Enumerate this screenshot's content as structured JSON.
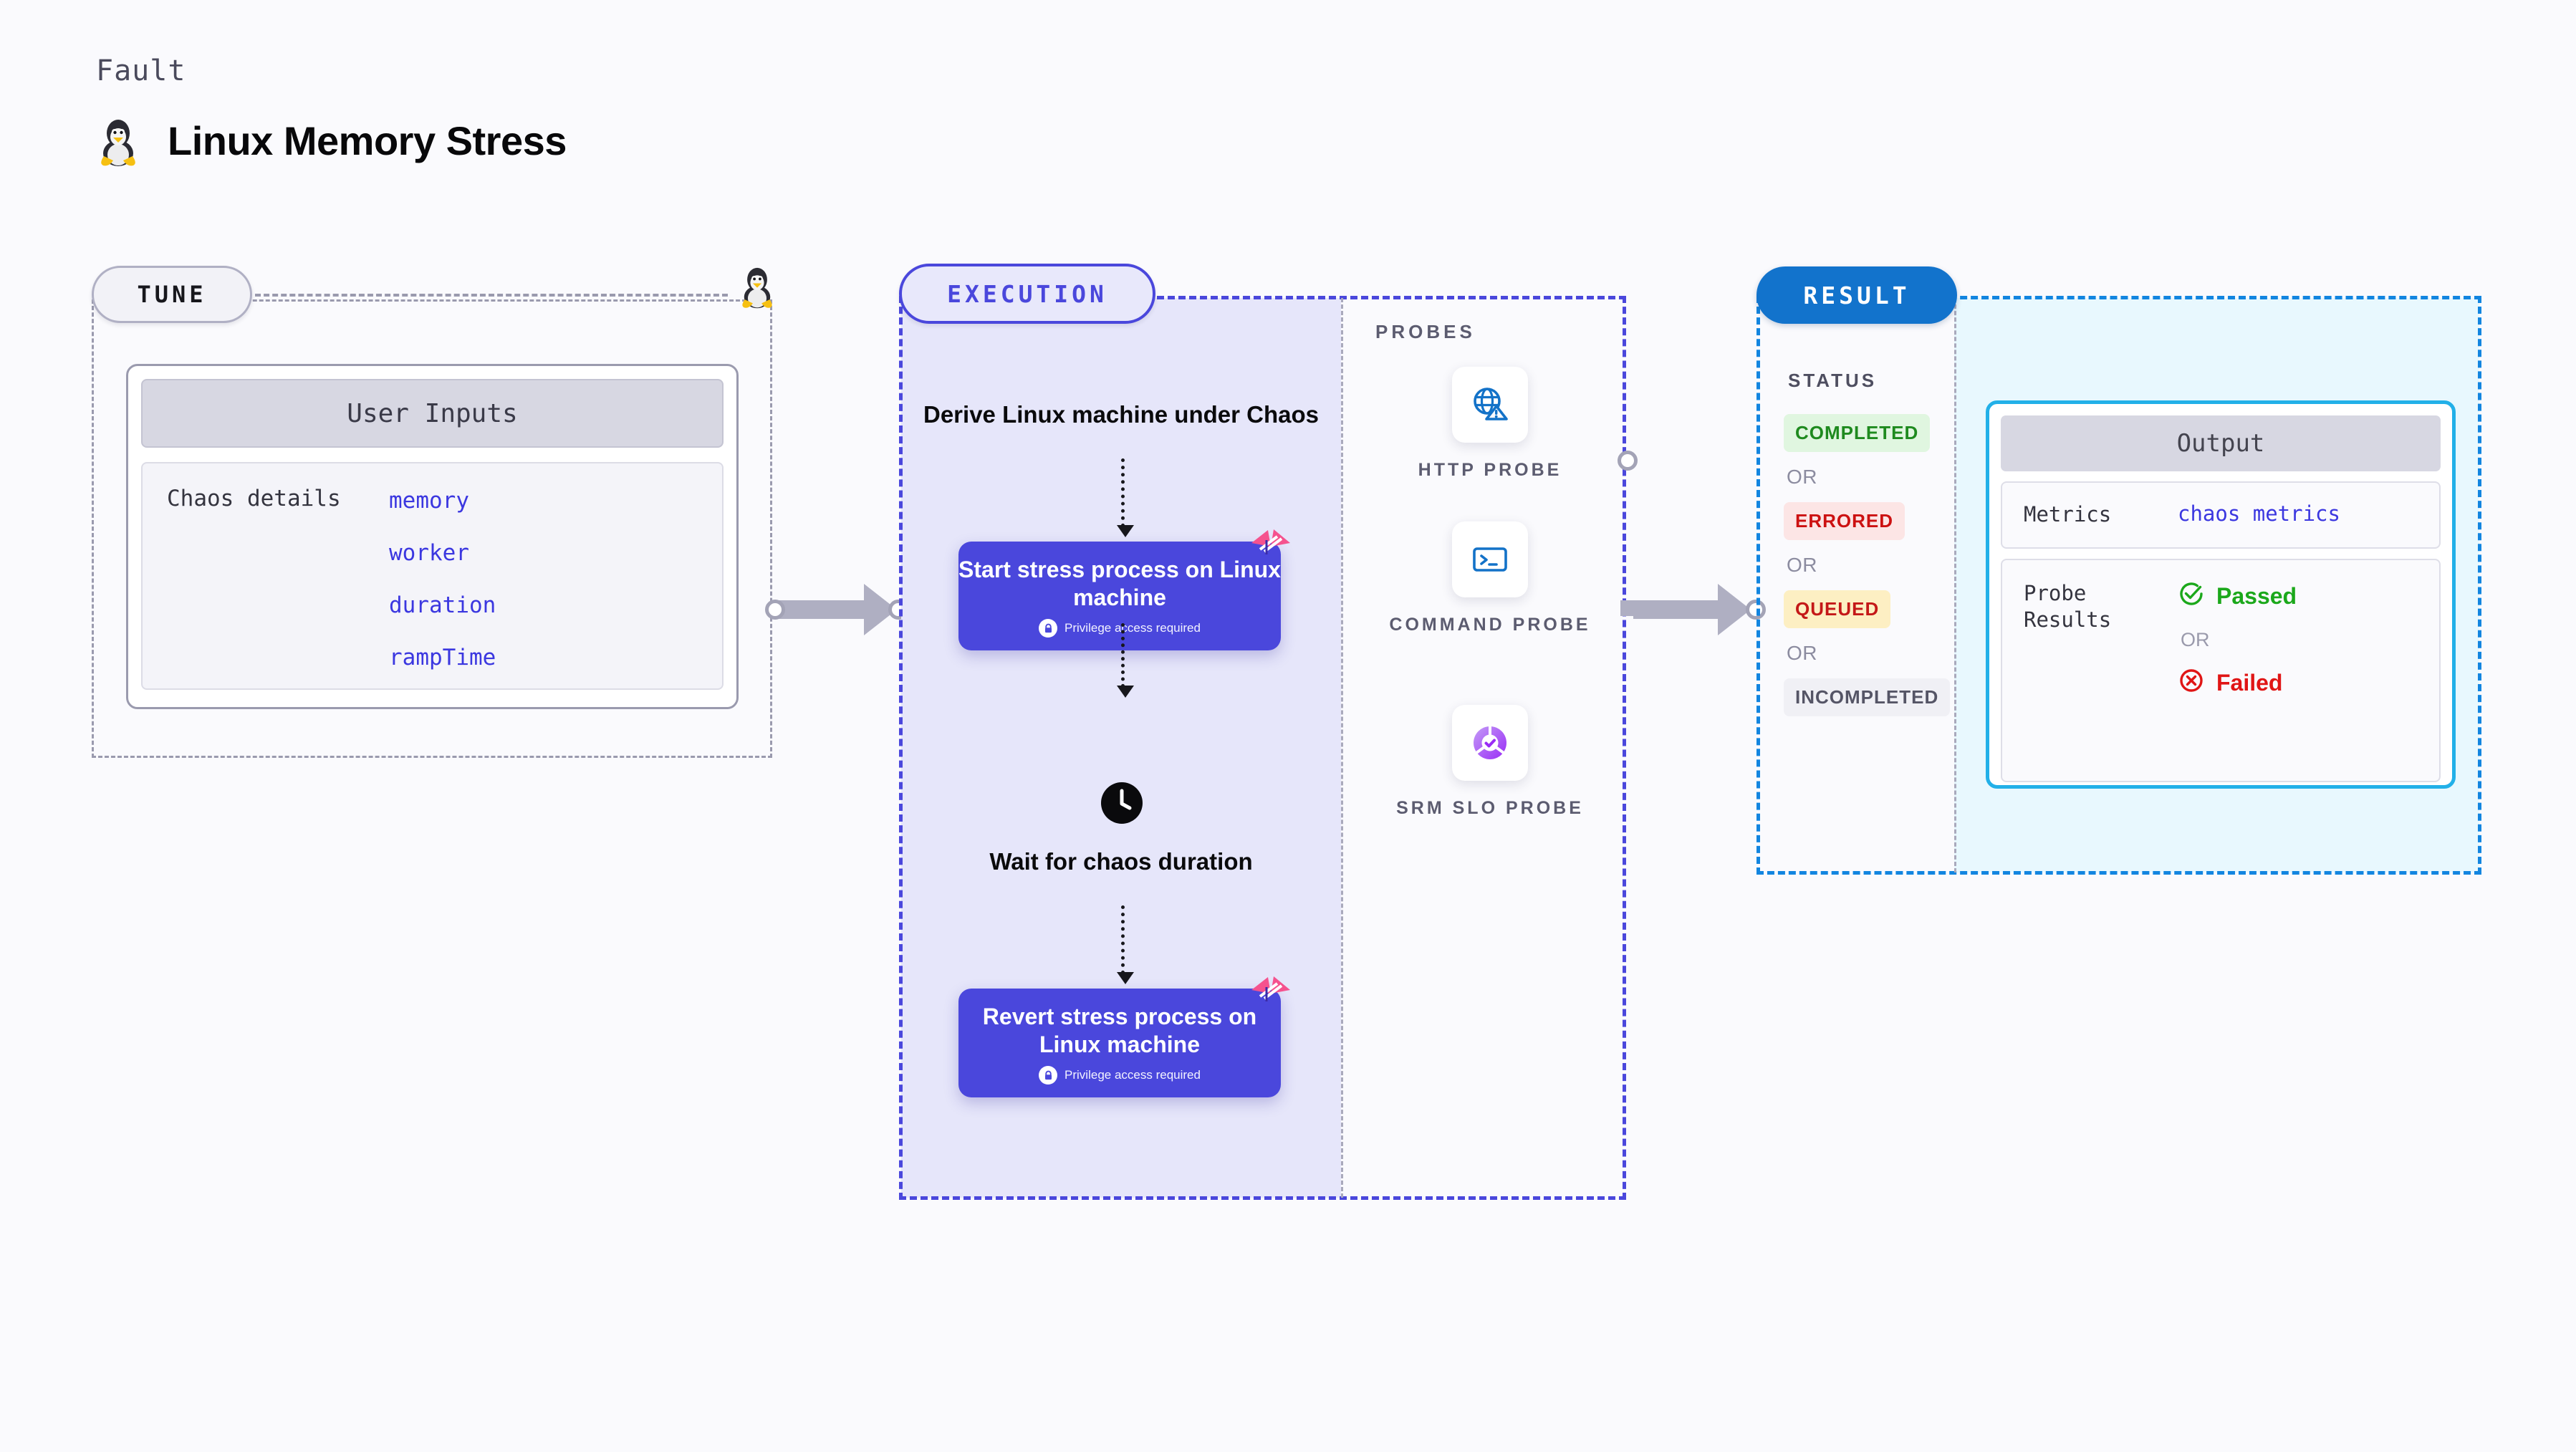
{
  "header": {
    "eyebrow": "Fault",
    "title": "Linux Memory Stress",
    "icon": "tux-penguin-icon"
  },
  "tune": {
    "pill_label": "TUNE",
    "card_title": "User Inputs",
    "row_label": "Chaos details",
    "params": [
      "memory",
      "worker",
      "duration",
      "rampTime"
    ],
    "platform_icon": "tux-penguin-icon"
  },
  "execution": {
    "pill_label": "EXECUTION",
    "steps": [
      {
        "type": "text",
        "label": "Derive Linux machine under Chaos"
      },
      {
        "type": "action",
        "label": "Start stress process on Linux machine",
        "note": "Privilege access required",
        "note_icon": "lock-icon",
        "badge_icon": "harness-ribbon-icon"
      },
      {
        "type": "wait",
        "label": "Wait for chaos duration",
        "icon": "clock-icon"
      },
      {
        "type": "action",
        "label": "Revert stress process on Linux machine",
        "note": "Privilege access required",
        "note_icon": "lock-icon",
        "badge_icon": "harness-ribbon-icon"
      }
    ]
  },
  "probes": {
    "title": "PROBES",
    "items": [
      {
        "label": "HTTP PROBE",
        "icon": "globe-warning-icon"
      },
      {
        "label": "COMMAND PROBE",
        "icon": "terminal-icon"
      },
      {
        "label": "SRM SLO PROBE",
        "icon": "slo-donut-check-icon"
      }
    ]
  },
  "result": {
    "pill_label": "RESULT",
    "status_title": "STATUS",
    "or_label": "OR",
    "statuses": [
      {
        "label": "COMPLETED",
        "style": "completed"
      },
      {
        "label": "ERRORED",
        "style": "errored"
      },
      {
        "label": "QUEUED",
        "style": "queued"
      },
      {
        "label": "INCOMPLETED",
        "style": "incompleted"
      }
    ],
    "output": {
      "title": "Output",
      "metrics_key": "Metrics",
      "metrics_value": "chaos metrics",
      "probe_key": "Probe Results",
      "probe_passed": "Passed",
      "probe_failed": "Failed",
      "probe_or": "OR",
      "passed_icon": "check-circle-icon",
      "failed_icon": "x-circle-icon"
    }
  },
  "colors": {
    "accent_purple": "#4A47DC",
    "accent_blue": "#1273CC",
    "output_border": "#22B0E8",
    "ribbon_pink": "#F5528E",
    "passed_green": "#1BA81B",
    "failed_red": "#E01515",
    "background": "#FAFAFD"
  }
}
